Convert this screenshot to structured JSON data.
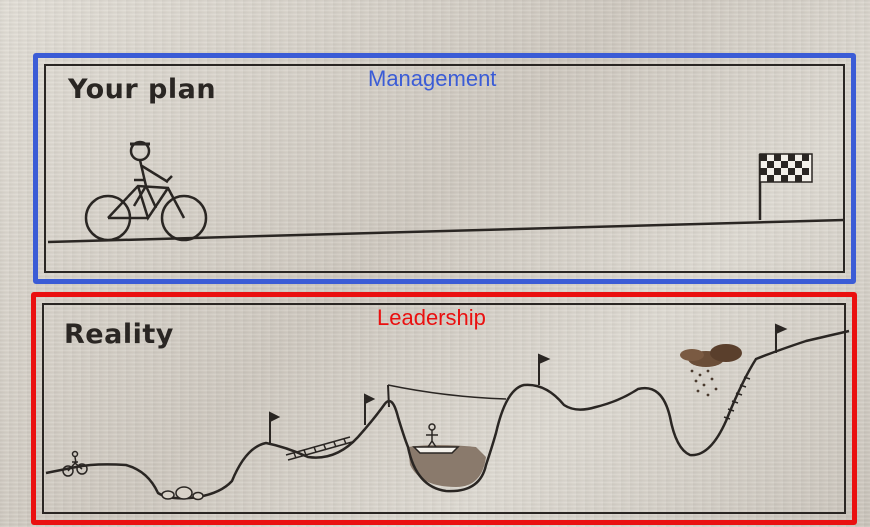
{
  "panels": {
    "plan": {
      "title": "Your plan",
      "label": "Management",
      "label_color": "#3b5cd6"
    },
    "reality": {
      "title": "Reality",
      "label": "Leadership",
      "label_color": "#ea1010"
    }
  },
  "icons": [
    "cyclist-icon",
    "finish-flag-icon",
    "flag-icon",
    "bridge-icon",
    "boat-icon",
    "storm-cloud-icon",
    "rocks-icon"
  ]
}
